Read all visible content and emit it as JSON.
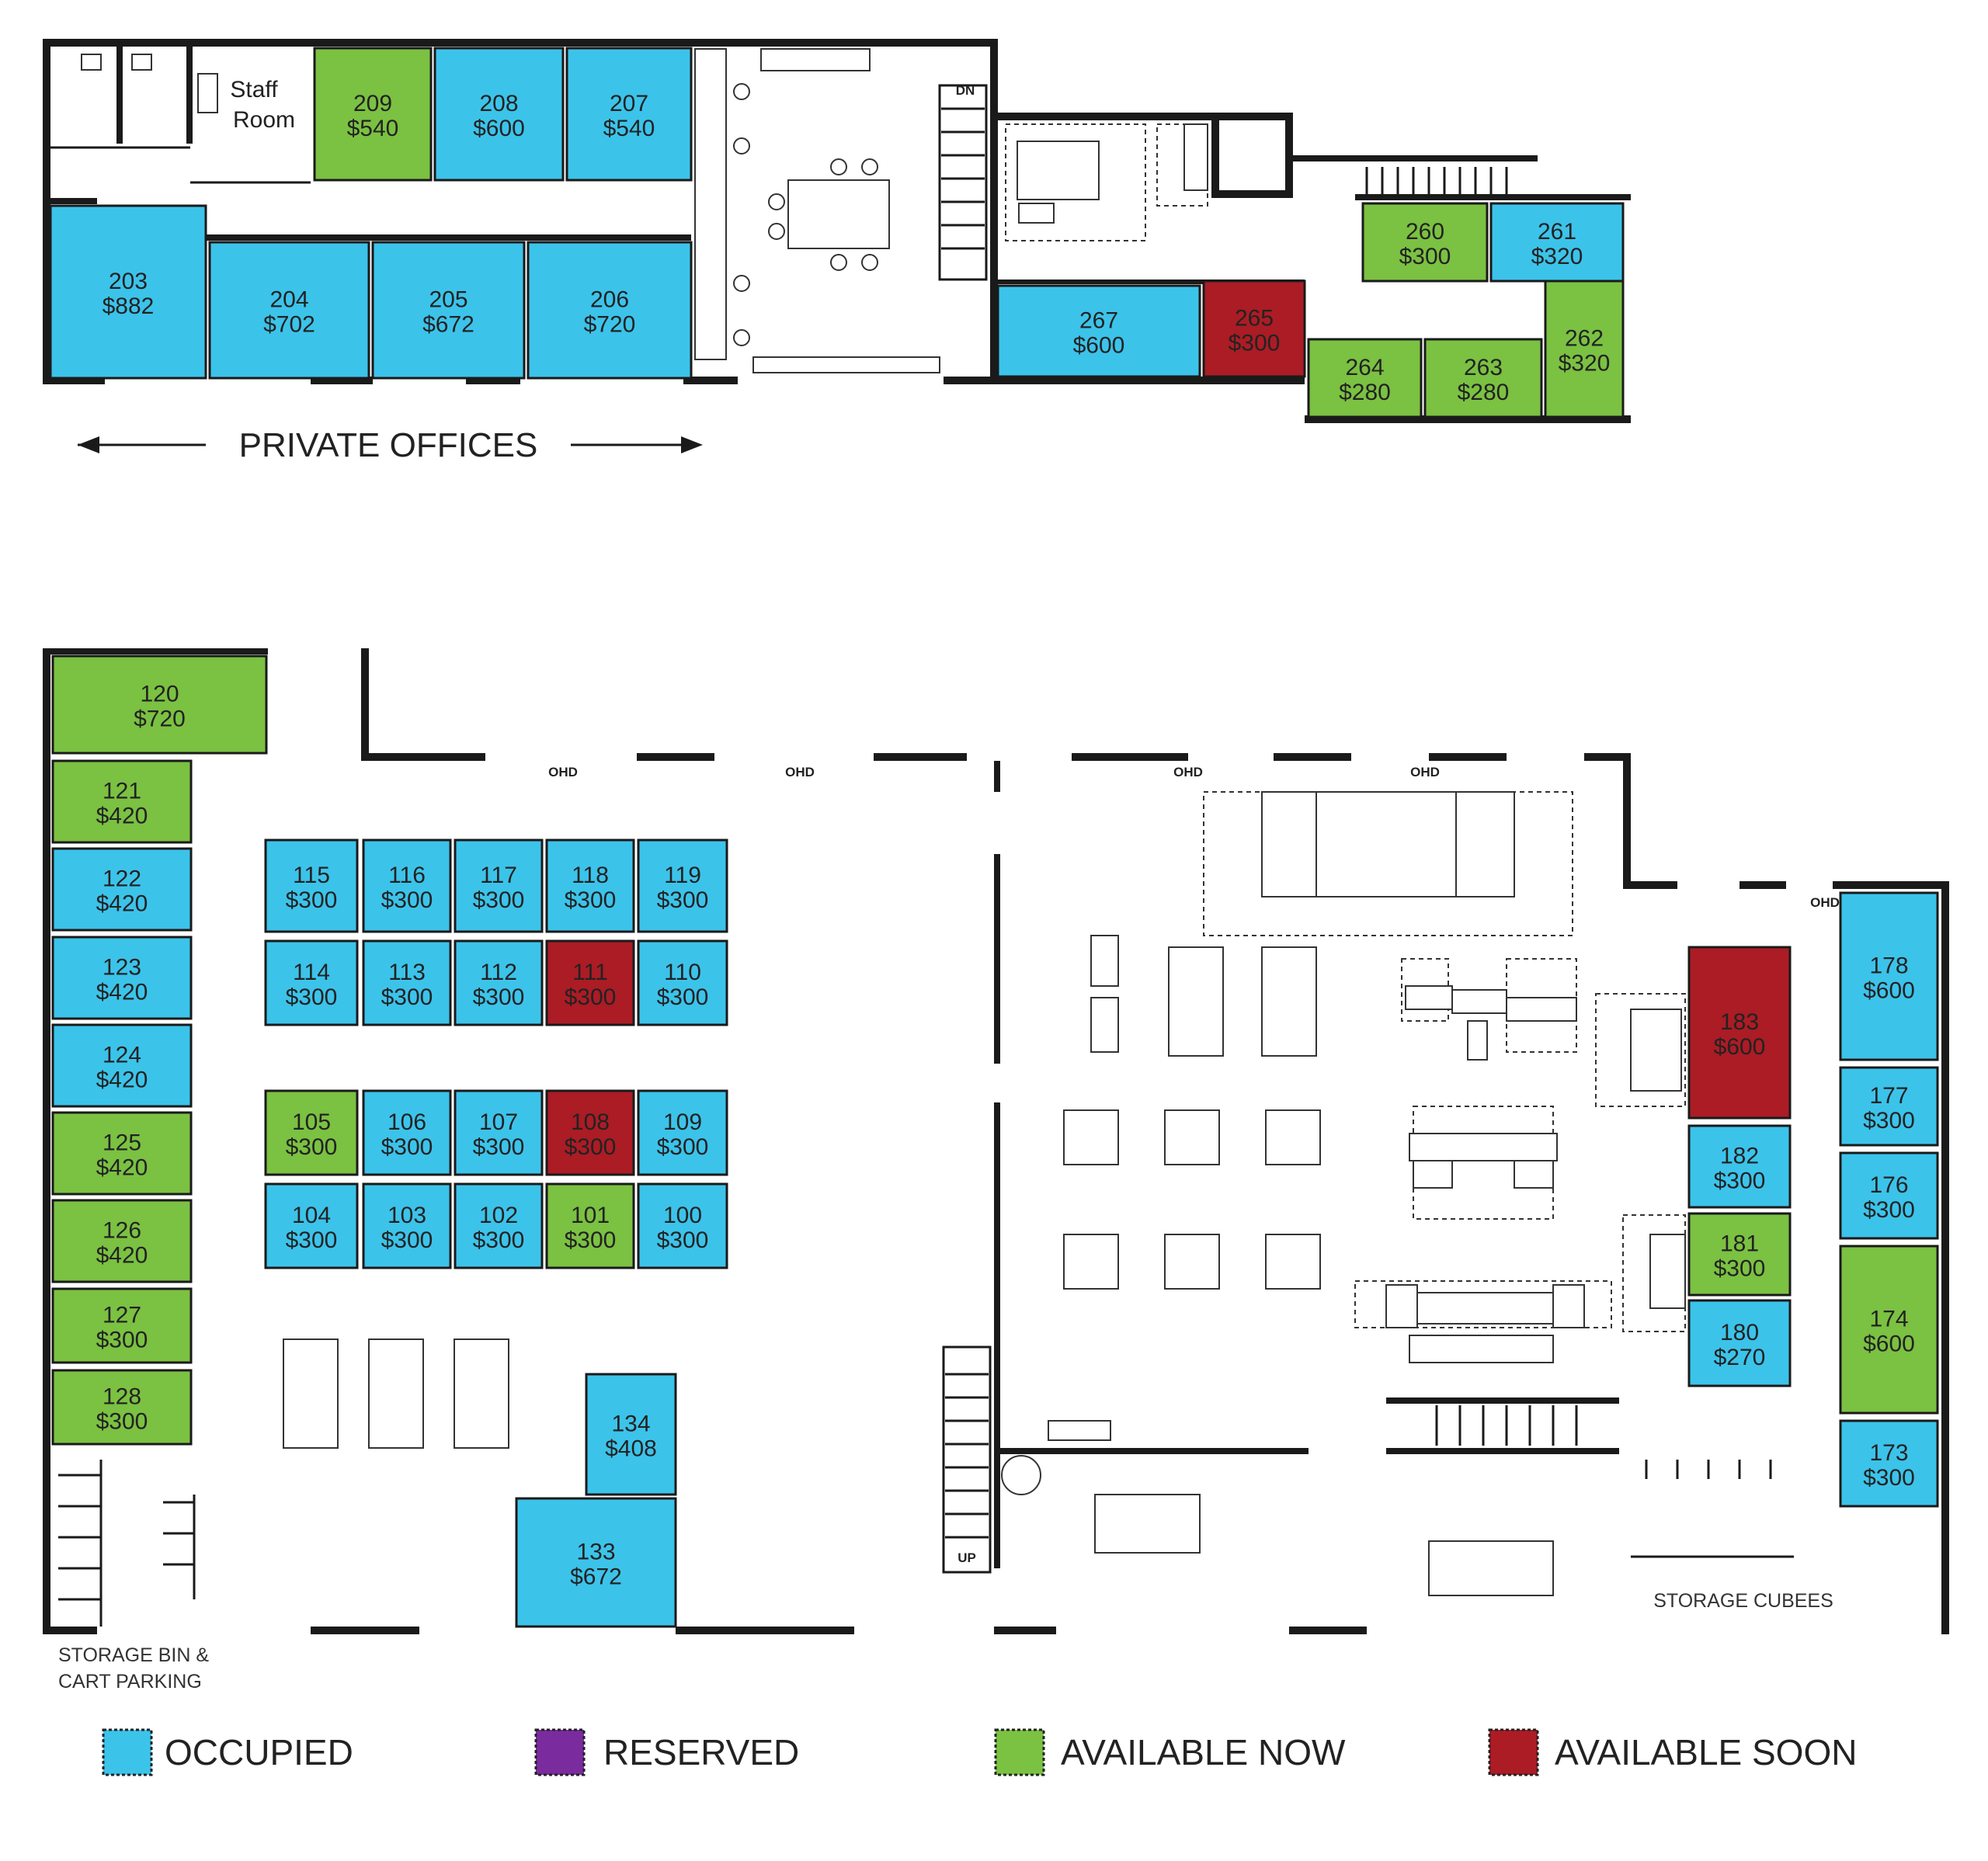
{
  "colors": {
    "occupied": "#3cc3ea",
    "reserved": "#7a2b9e",
    "available_now": "#7bc142",
    "available_soon": "#ab1c25"
  },
  "upper_floor": {
    "staff_room_label": [
      "Staff",
      "Room"
    ],
    "banner_label": "PRIVATE OFFICES",
    "stair_down_label": "DN",
    "rooms": [
      {
        "id": "209",
        "price": "$540",
        "status": "available_now"
      },
      {
        "id": "208",
        "price": "$600",
        "status": "occupied"
      },
      {
        "id": "207",
        "price": "$540",
        "status": "occupied"
      },
      {
        "id": "203",
        "price": "$882",
        "status": "occupied"
      },
      {
        "id": "204",
        "price": "$702",
        "status": "occupied"
      },
      {
        "id": "205",
        "price": "$672",
        "status": "occupied"
      },
      {
        "id": "206",
        "price": "$720",
        "status": "occupied"
      },
      {
        "id": "267",
        "price": "$600",
        "status": "occupied"
      },
      {
        "id": "265",
        "price": "$300",
        "status": "available_soon"
      },
      {
        "id": "260",
        "price": "$300",
        "status": "available_now"
      },
      {
        "id": "261",
        "price": "$320",
        "status": "occupied"
      },
      {
        "id": "262",
        "price": "$320",
        "status": "available_now"
      },
      {
        "id": "264",
        "price": "$280",
        "status": "available_now"
      },
      {
        "id": "263",
        "price": "$280",
        "status": "available_now"
      }
    ]
  },
  "lower_floor": {
    "ohd_label": "OHD",
    "stair_up_label": "UP",
    "storage_bin_label": [
      "STORAGE BIN &",
      "CART PARKING"
    ],
    "storage_cubees_label": "STORAGE CUBEES",
    "rooms": [
      {
        "id": "120",
        "price": "$720",
        "status": "available_now"
      },
      {
        "id": "121",
        "price": "$420",
        "status": "available_now"
      },
      {
        "id": "122",
        "price": "$420",
        "status": "occupied"
      },
      {
        "id": "123",
        "price": "$420",
        "status": "occupied"
      },
      {
        "id": "124",
        "price": "$420",
        "status": "occupied"
      },
      {
        "id": "125",
        "price": "$420",
        "status": "available_now"
      },
      {
        "id": "126",
        "price": "$420",
        "status": "available_now"
      },
      {
        "id": "127",
        "price": "$300",
        "status": "available_now"
      },
      {
        "id": "128",
        "price": "$300",
        "status": "available_now"
      },
      {
        "id": "115",
        "price": "$300",
        "status": "occupied"
      },
      {
        "id": "116",
        "price": "$300",
        "status": "occupied"
      },
      {
        "id": "117",
        "price": "$300",
        "status": "occupied"
      },
      {
        "id": "118",
        "price": "$300",
        "status": "occupied"
      },
      {
        "id": "119",
        "price": "$300",
        "status": "occupied"
      },
      {
        "id": "114",
        "price": "$300",
        "status": "occupied"
      },
      {
        "id": "113",
        "price": "$300",
        "status": "occupied"
      },
      {
        "id": "112",
        "price": "$300",
        "status": "occupied"
      },
      {
        "id": "111",
        "price": "$300",
        "status": "available_soon"
      },
      {
        "id": "110",
        "price": "$300",
        "status": "occupied"
      },
      {
        "id": "105",
        "price": "$300",
        "status": "available_now"
      },
      {
        "id": "106",
        "price": "$300",
        "status": "occupied"
      },
      {
        "id": "107",
        "price": "$300",
        "status": "occupied"
      },
      {
        "id": "108",
        "price": "$300",
        "status": "available_soon"
      },
      {
        "id": "109",
        "price": "$300",
        "status": "occupied"
      },
      {
        "id": "104",
        "price": "$300",
        "status": "occupied"
      },
      {
        "id": "103",
        "price": "$300",
        "status": "occupied"
      },
      {
        "id": "102",
        "price": "$300",
        "status": "occupied"
      },
      {
        "id": "101",
        "price": "$300",
        "status": "available_now"
      },
      {
        "id": "100",
        "price": "$300",
        "status": "occupied"
      },
      {
        "id": "134",
        "price": "$408",
        "status": "occupied"
      },
      {
        "id": "133",
        "price": "$672",
        "status": "occupied"
      },
      {
        "id": "183",
        "price": "$600",
        "status": "available_soon"
      },
      {
        "id": "182",
        "price": "$300",
        "status": "occupied"
      },
      {
        "id": "181",
        "price": "$300",
        "status": "available_now"
      },
      {
        "id": "180",
        "price": "$270",
        "status": "occupied"
      },
      {
        "id": "178",
        "price": "$600",
        "status": "occupied"
      },
      {
        "id": "177",
        "price": "$300",
        "status": "occupied"
      },
      {
        "id": "176",
        "price": "$300",
        "status": "occupied"
      },
      {
        "id": "174",
        "price": "$600",
        "status": "available_now"
      },
      {
        "id": "173",
        "price": "$300",
        "status": "occupied"
      }
    ]
  },
  "legend": [
    {
      "key": "occupied",
      "label": "OCCUPIED"
    },
    {
      "key": "reserved",
      "label": "RESERVED"
    },
    {
      "key": "available_now",
      "label": "AVAILABLE NOW"
    },
    {
      "key": "available_soon",
      "label": "AVAILABLE SOON"
    }
  ]
}
